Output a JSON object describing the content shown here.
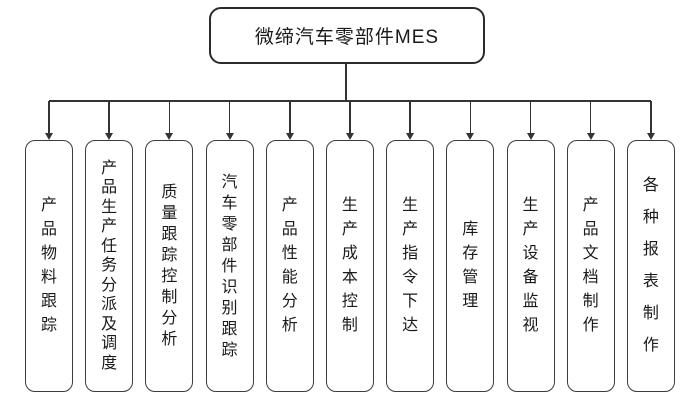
{
  "diagram": {
    "type": "org-tree",
    "root": {
      "label": "微缔汽车零部件MES"
    },
    "children": [
      {
        "label": "产品物料跟踪"
      },
      {
        "label": "产品生产任务分派及调度"
      },
      {
        "label": "质量跟踪控制分析"
      },
      {
        "label": "汽车零部件识别跟踪"
      },
      {
        "label": "产品性能分析"
      },
      {
        "label": "生产成本控制"
      },
      {
        "label": "生产指令下达"
      },
      {
        "label": "库存管理"
      },
      {
        "label": "生产设备监视"
      },
      {
        "label": "产品文档制作"
      },
      {
        "label": "各种报表制作"
      }
    ],
    "colors": {
      "background": "#ffffff",
      "line": "#333333",
      "box_border": "#3c3c3c",
      "text": "#1a1a1a"
    }
  }
}
